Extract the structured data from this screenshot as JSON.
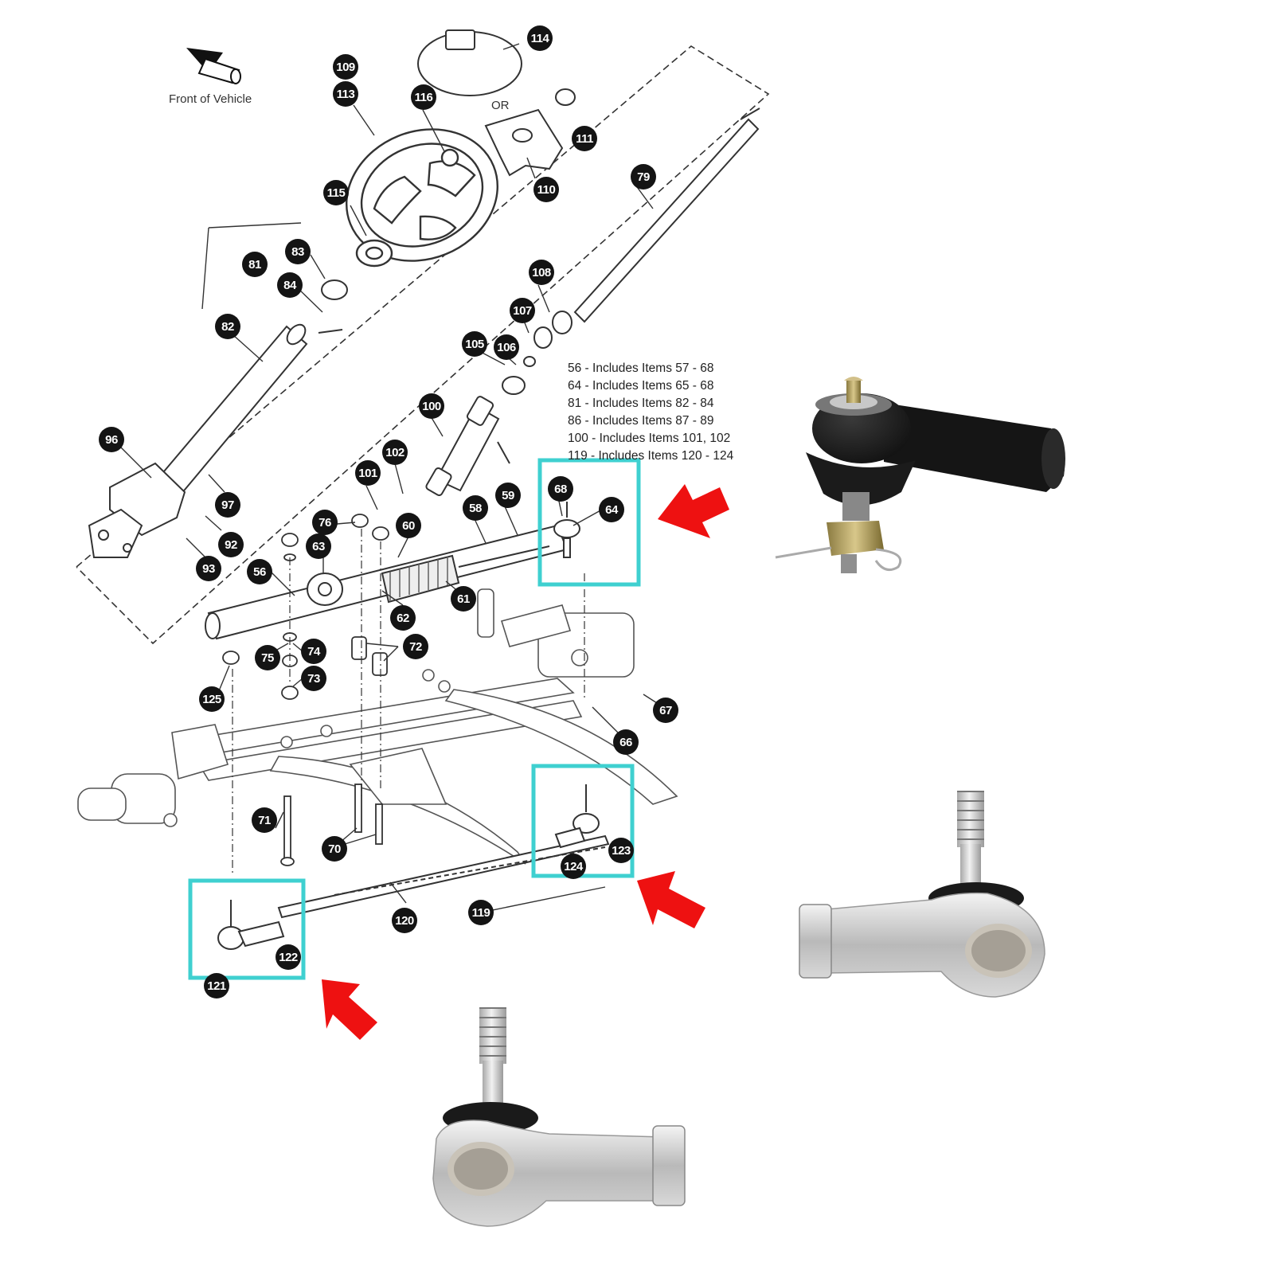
{
  "diagram": {
    "front_label": "Front of Vehicle",
    "or_label": "OR",
    "callouts": [
      "56",
      "58",
      "59",
      "60",
      "61",
      "62",
      "63",
      "64",
      "66",
      "67",
      "68",
      "70",
      "71",
      "72",
      "73",
      "74",
      "75",
      "76",
      "79",
      "81",
      "82",
      "83",
      "84",
      "92",
      "93",
      "96",
      "97",
      "100",
      "101",
      "102",
      "105",
      "106",
      "107",
      "108",
      "109",
      "110",
      "111",
      "113",
      "114",
      "115",
      "116",
      "119",
      "120",
      "121",
      "122",
      "123",
      "124",
      "125"
    ],
    "includes": [
      "56 - Includes Items 57 - 68",
      "64 - Includes Items 65 - 68",
      "81 - Includes Items 82 - 84",
      "86 - Includes Items 87 - 89",
      "100 - Includes Items 101, 102",
      "119 - Includes Items 120 - 124"
    ]
  },
  "colors": {
    "highlight": "#3fd0d0",
    "arrow": "#ee1111",
    "callout": "#141414",
    "line": "#333333"
  },
  "products": [
    "black-tie-rod-end-photo",
    "silver-tie-rod-end-photo-right",
    "silver-tie-rod-end-photo-bottom"
  ]
}
